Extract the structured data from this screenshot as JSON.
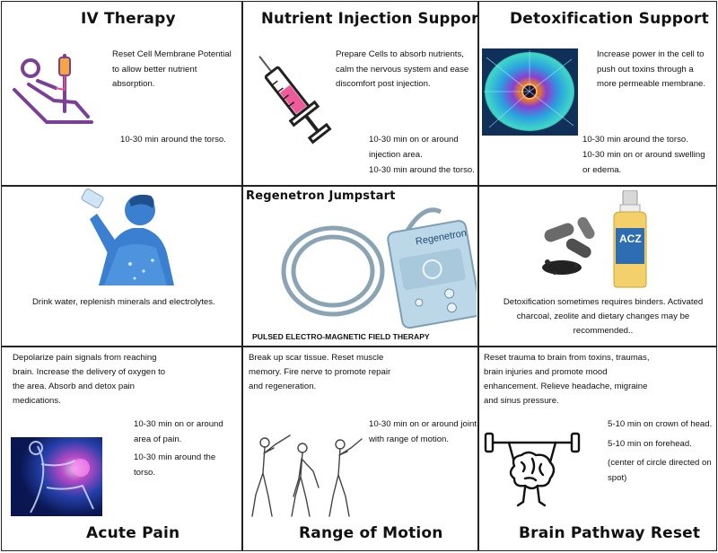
{
  "cells": {
    "iv": {
      "title": "IV Therapy",
      "desc": "Reset Cell Membrane Potential to allow better nutrient absorption.",
      "time": "10-30 min around the torso.",
      "icon": "iv-drip-patient-icon"
    },
    "nutrient": {
      "title": "Nutrient Injection Support",
      "desc": "Prepare Cells to absorb nutrients, calm the nervous system and ease discomfort post injection.",
      "time1": "10-30 min on or around injection area.",
      "time2": "10-30 min around the torso.",
      "icon": "syringe-icon"
    },
    "detox": {
      "title": "Detoxification Support",
      "desc": "Increase power in the cell to push out toxins through a more permeable membrane.",
      "time1": "10-30 min around the torso.",
      "time2": "10-30 min on or around swelling or edema.",
      "image": "glowing-cell-image"
    },
    "water": {
      "desc": "Drink water, replenish minerals and electrolytes.",
      "icon": "person-drinking-water-icon"
    },
    "device": {
      "title": "Regenetron Jumpstart",
      "caption": "PULSED ELECTRO-MAGNETIC FIELD THERAPY",
      "brand": "Regenetron",
      "image": "pemf-device-image"
    },
    "binders": {
      "desc": "Detoxification sometimes requires binders. Activated charcoal, zeolite and dietary changes may be recommended..",
      "bottle_label": "ACZ",
      "image": "charcoal-capsules-spray-bottle-image"
    },
    "pain": {
      "title": "Acute Pain",
      "desc": "Depolarize pain signals from reaching brain. Increase the delivery of oxygen to the area. Absorb and detox pain medications.",
      "time1": "10-30 min on or around area of pain.",
      "time2": "10-30 min around the torso.",
      "image": "glowing-skeleton-pain-image"
    },
    "motion": {
      "title": "Range of Motion",
      "desc": "Break up scar tissue. Reset muscle memory. Fire nerve to promote repair and regeneration.",
      "time": "10-30 min on or around joint with range of motion.",
      "image": "golfer-swing-sequence-image"
    },
    "brain": {
      "title": "Brain Pathway Reset",
      "desc": "Reset trauma to brain from toxins, traumas, brain injuries and promote mood enhancement. Relieve headache, migraine and sinus pressure.",
      "time1": "5-10 min on crown of head.",
      "time2": "5-10 min on forehead.",
      "note": "(center of circle directed on spot)",
      "icon": "brain-lifting-barbell-icon"
    }
  },
  "colors": {
    "border": "#222222",
    "purple": "#7b3f98",
    "pink": "#e24a8c",
    "blue": "#3b7fd0",
    "device_blue": "#bcd8e8"
  }
}
